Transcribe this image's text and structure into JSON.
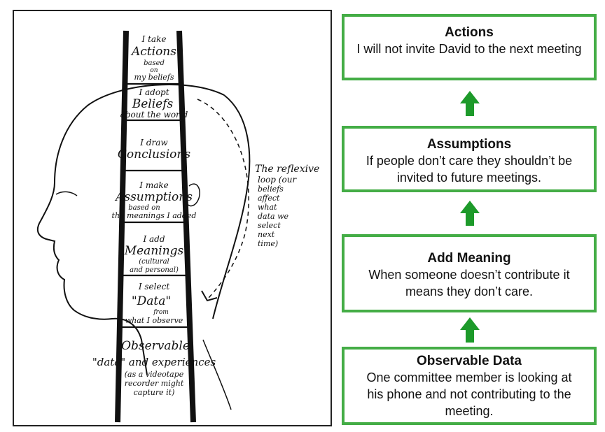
{
  "ladder": {
    "rungs": [
      {
        "lines": [
          "I take",
          "Actions",
          "based",
          "on",
          "my beliefs"
        ]
      },
      {
        "lines": [
          "I adopt",
          "Beliefs",
          "about the world"
        ]
      },
      {
        "lines": [
          "I draw",
          "Conclusions"
        ]
      },
      {
        "lines": [
          "I make",
          "Assumptions",
          "based on",
          "the meanings I added"
        ]
      },
      {
        "lines": [
          "I add",
          "Meanings",
          "(cultural",
          "and personal)"
        ]
      },
      {
        "lines": [
          "I select",
          "\"Data\"",
          "from",
          "what I observe"
        ]
      },
      {
        "lines": [
          "Observable",
          "\"data\" and experiences",
          "(as a videotape",
          "recorder might",
          "capture it)"
        ]
      }
    ],
    "loop_note": [
      "The reflexive",
      "loop (our",
      "beliefs",
      "affect",
      "what",
      "data we",
      "select",
      "next",
      "time)"
    ]
  },
  "steps": [
    {
      "title": "Actions",
      "body": "I will not invite David to the next meeting"
    },
    {
      "title": "Assumptions",
      "body": "If people don’t care they shouldn’t be invited to future meetings."
    },
    {
      "title": "Add Meaning",
      "body": "When someone doesn’t contribute it means they don’t care."
    },
    {
      "title": "Observable Data",
      "body": "One committee member is looking at his phone and not contributing to the meeting."
    }
  ],
  "colors": {
    "box_border": "#44ad46",
    "arrow": "#1d9a2a"
  },
  "icons": {
    "arrows": "arrow-up-icon"
  }
}
